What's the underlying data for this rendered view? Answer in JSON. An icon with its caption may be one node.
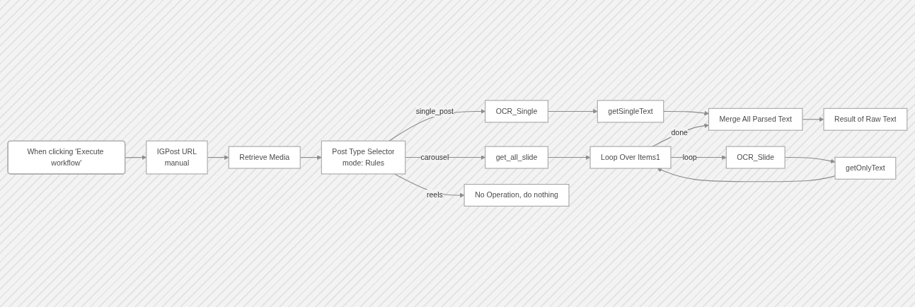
{
  "diagram": {
    "nodes": [
      {
        "text": [
          "When clicking 'Execute workflow'"
        ]
      },
      {
        "text": [
          "IGPost URL",
          "manual"
        ]
      },
      {
        "text": [
          "Retrieve Media"
        ]
      },
      {
        "text": [
          "Post Type Selector",
          "mode: Rules"
        ]
      },
      {
        "text": [
          "OCR_Single"
        ]
      },
      {
        "text": [
          "getSingleText"
        ]
      },
      {
        "text": [
          "Merge All Parsed Text"
        ]
      },
      {
        "text": [
          "Result of Raw Text"
        ]
      },
      {
        "text": [
          "get_all_slide"
        ]
      },
      {
        "text": [
          "Loop Over Items1"
        ]
      },
      {
        "text": [
          "OCR_Slide"
        ]
      },
      {
        "text": [
          "getOnlyText"
        ]
      },
      {
        "text": [
          "No Operation, do nothing"
        ]
      }
    ],
    "edges": [
      {
        "from": 0,
        "to": 1,
        "arrow": "to"
      },
      {
        "from": 1,
        "to": 2,
        "arrow": "to"
      },
      {
        "from": 2,
        "to": 3,
        "arrow": "to"
      },
      {
        "from": 3,
        "to": 4,
        "label": "single_post",
        "arrow": "to"
      },
      {
        "from": 3,
        "to": 8,
        "label": "carousel",
        "arrow": "to"
      },
      {
        "from": 3,
        "to": 12,
        "label": "reels",
        "arrow": "to"
      },
      {
        "from": 4,
        "to": 5,
        "arrow": "to"
      },
      {
        "from": 5,
        "to": 6,
        "arrow": "to"
      },
      {
        "from": 6,
        "to": 7,
        "arrow": "to"
      },
      {
        "from": 8,
        "to": 9,
        "arrow": "to"
      },
      {
        "from": 9,
        "to": 6,
        "label": "done",
        "arrow": "to"
      },
      {
        "from": 9,
        "to": 10,
        "label": "loop",
        "arrow": "to"
      },
      {
        "from": 10,
        "to": 11,
        "arrow": "to"
      },
      {
        "from": 11,
        "to": 9,
        "arrow": "to"
      }
    ]
  }
}
